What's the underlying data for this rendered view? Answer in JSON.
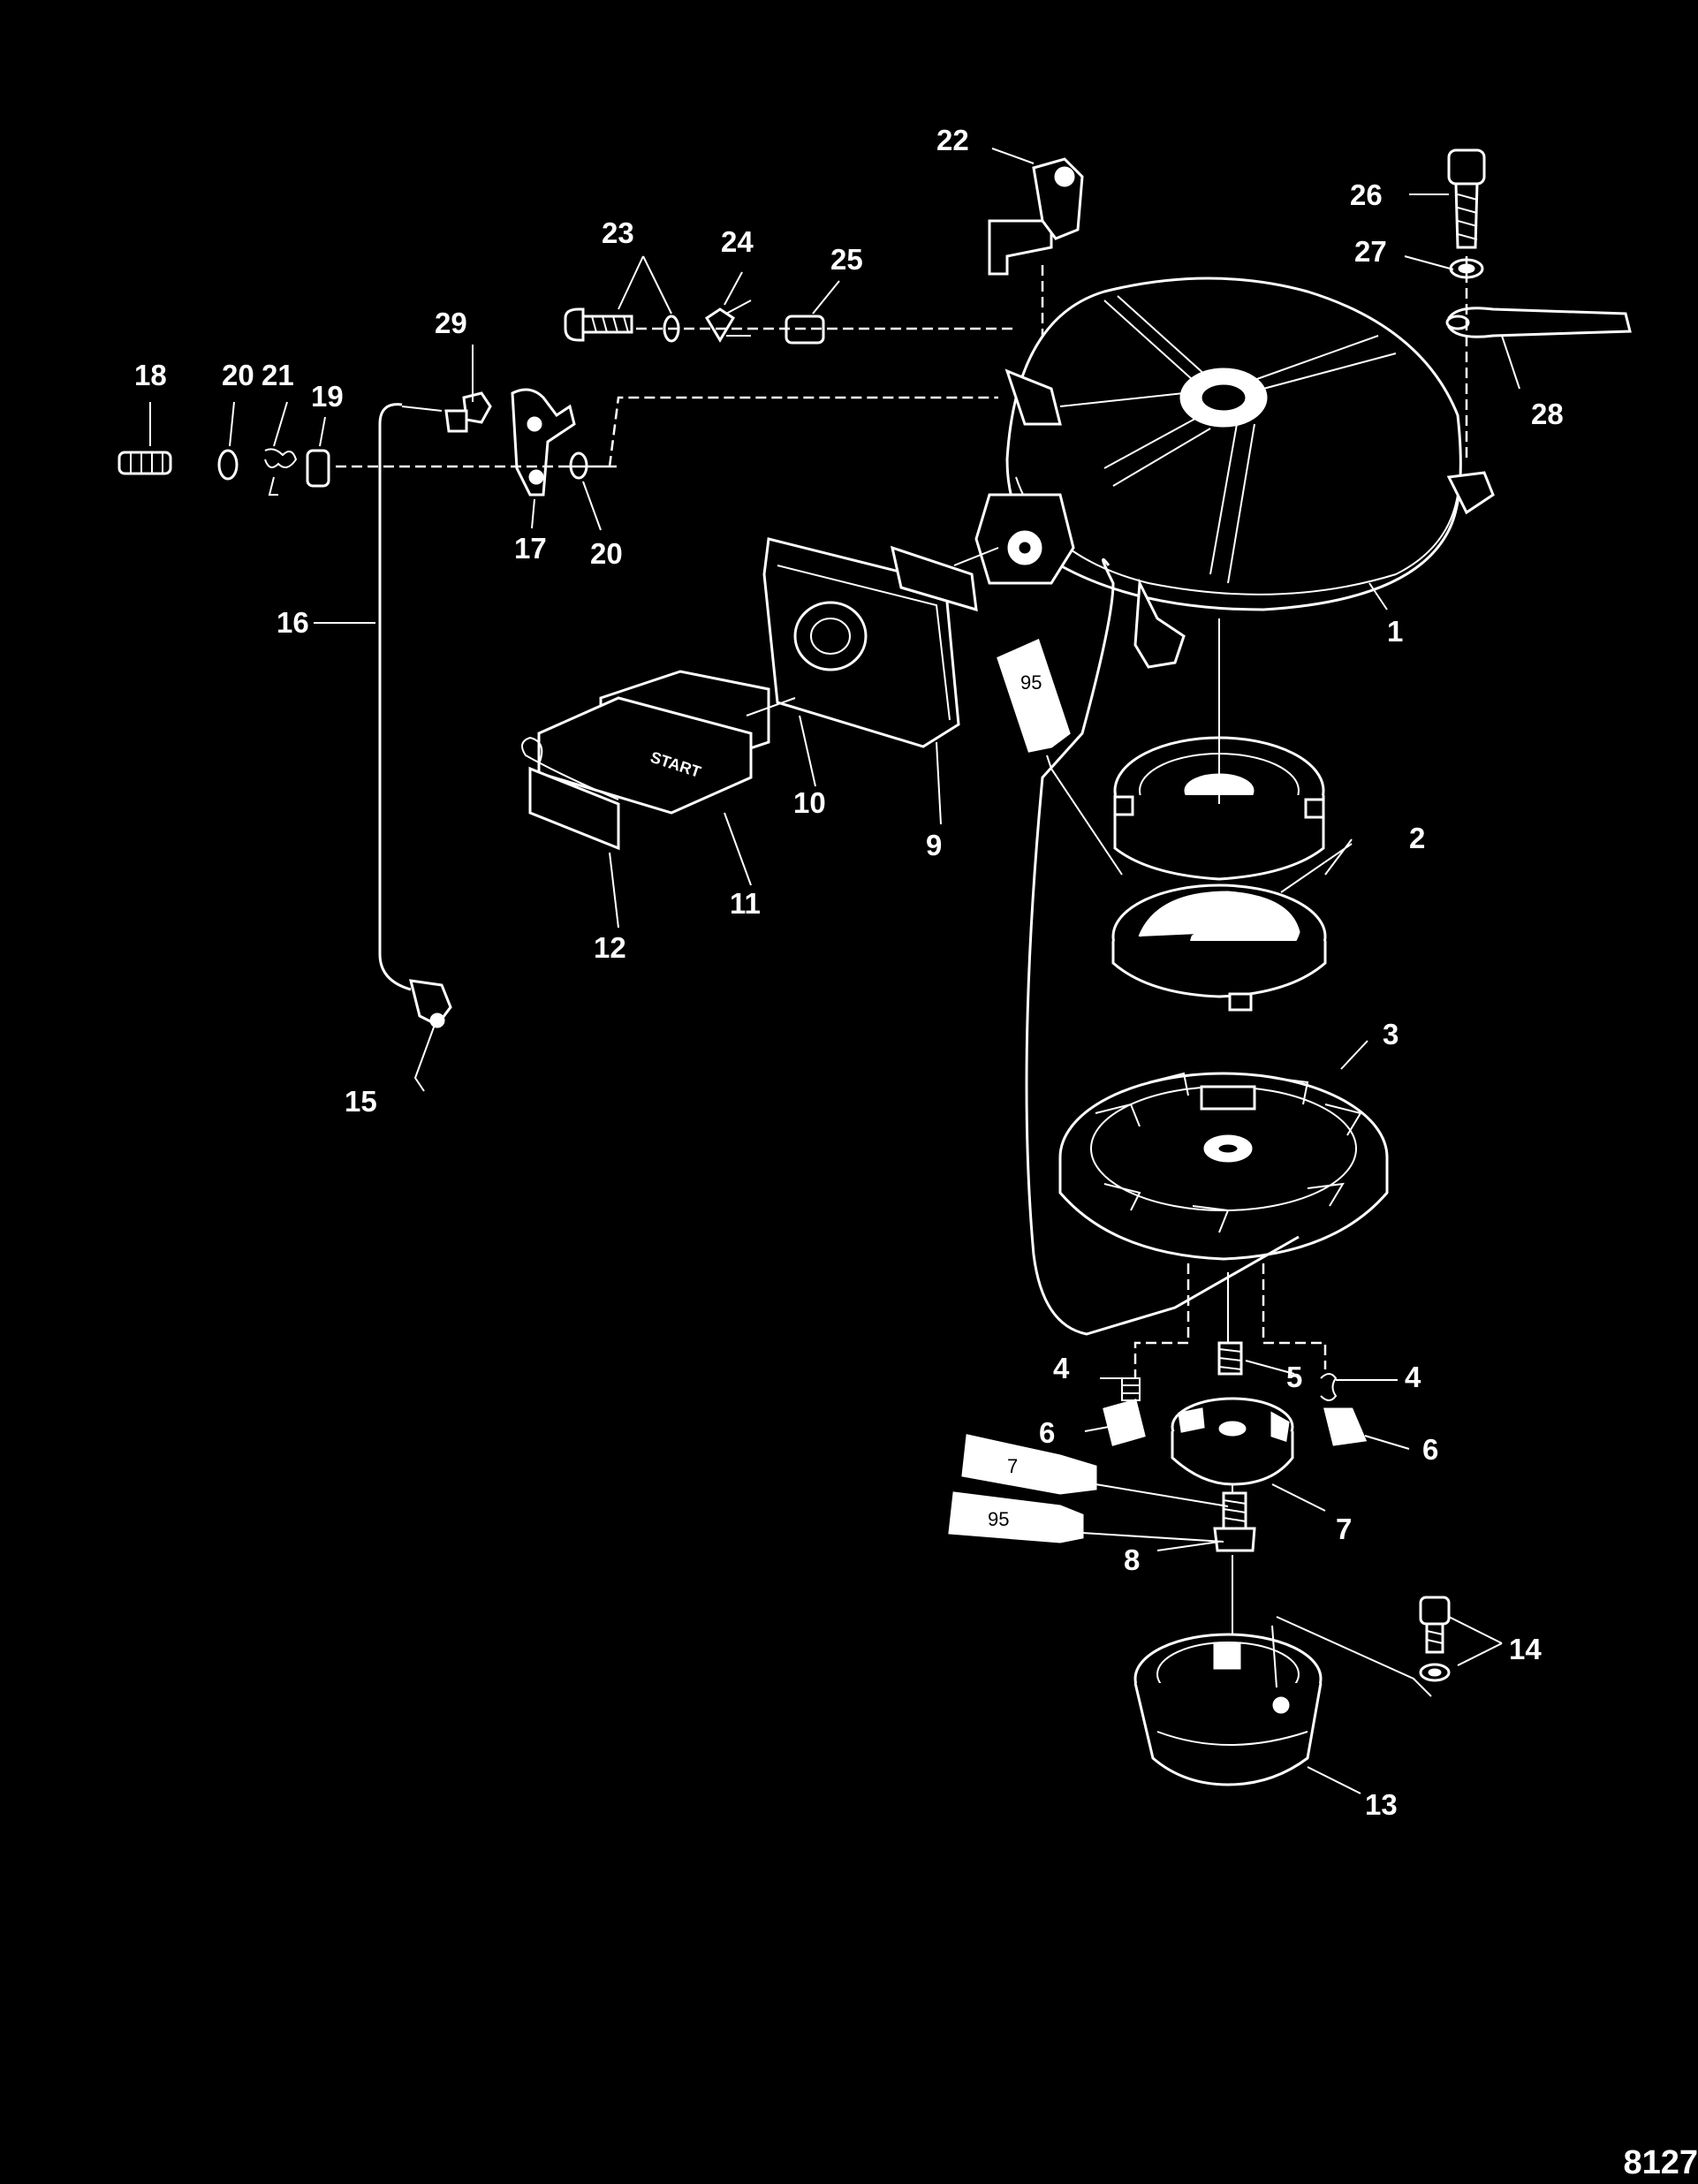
{
  "diagram": {
    "callouts": {
      "c1": "1",
      "c2": "2",
      "c3": "3",
      "c4a": "4",
      "c4b": "4",
      "c5": "5",
      "c6a": "6",
      "c6b": "6",
      "c7": "7",
      "c8": "8",
      "c9": "9",
      "c10": "10",
      "c11": "11",
      "c12": "12",
      "c13": "13",
      "c14": "14",
      "c15": "15",
      "c16": "16",
      "c17": "17",
      "c18": "18",
      "c19": "19",
      "c20a": "20",
      "c20b": "20",
      "c21": "21",
      "c22": "22",
      "c23": "23",
      "c24": "24",
      "c25": "25",
      "c26": "26",
      "c27": "27",
      "c28": "28",
      "c29": "29"
    },
    "tubes": {
      "t95a": "95",
      "t7": "7",
      "t95b": "95"
    },
    "handle_lettering": "START",
    "document_id": "8127"
  }
}
